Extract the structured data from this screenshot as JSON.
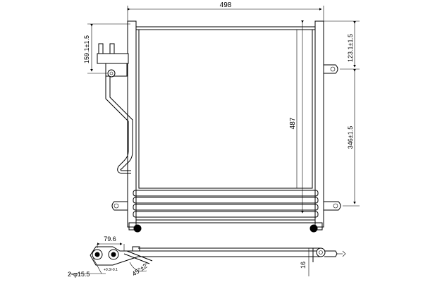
{
  "dimensions": {
    "overall_width": "498",
    "core_height": "487",
    "pipe_offset": "159.1±1.5",
    "top_bracket": "123.1±1.5",
    "mid_bracket": "346±1.5",
    "front_length": "79.6",
    "holes": "2-φ15.5",
    "holes_tolerance": "+0.3/-0.1",
    "angle": "45°±2°",
    "thickness": "16"
  }
}
